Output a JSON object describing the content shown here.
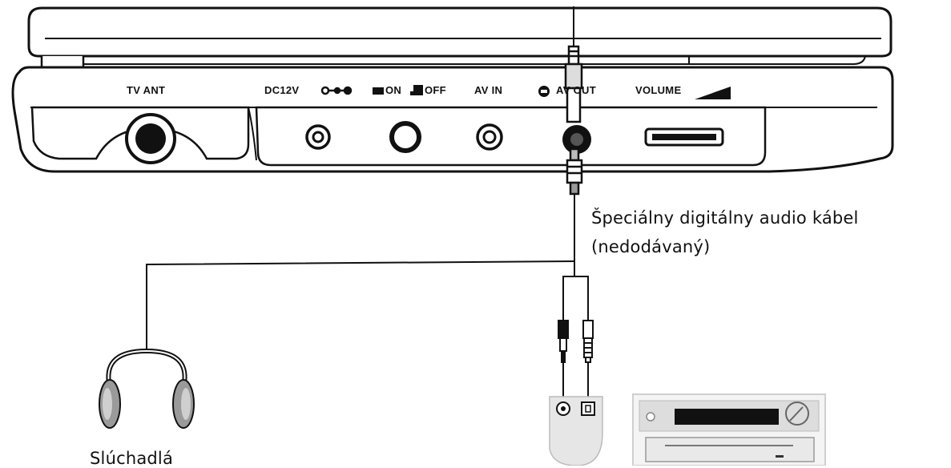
{
  "panel": {
    "tv_ant": "TV ANT",
    "dc12v": "DC12V",
    "on": "ON",
    "off": "OFF",
    "av_in": "AV IN",
    "av_out": "AV OUT",
    "volume": "VOLUME"
  },
  "captions": {
    "cable_line1": "Špeciálny digitálny audio kábel",
    "cable_line2": "(nedodávaný)",
    "headphones": "Slúchadlá"
  },
  "colors": {
    "outline": "#111111",
    "device_fill": "#ffffff",
    "shade": "#9a9a9a",
    "light_shade": "#d8d8d8"
  }
}
